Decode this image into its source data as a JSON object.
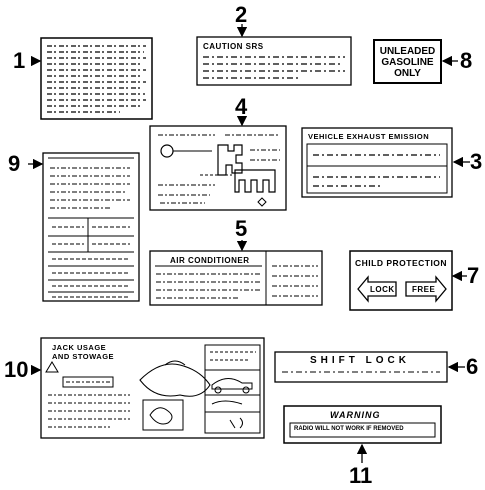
{
  "callouts": {
    "n1": "1",
    "n2": "2",
    "n3": "3",
    "n4": "4",
    "n5": "5",
    "n6": "6",
    "n7": "7",
    "n8": "8",
    "n9": "9",
    "n10": "10",
    "n11": "11"
  },
  "labels": {
    "caution_srs": "CAUTION SRS",
    "unleaded_line1": "UNLEADED",
    "unleaded_line2": "GASOLINE",
    "unleaded_line3": "ONLY",
    "vehicle_exhaust": "VEHICLE EXHAUST EMISSION",
    "air_conditioner": "AIR CONDITIONER",
    "child_protection": "CHILD PROTECTION",
    "lock": "LOCK",
    "free": "FREE",
    "jack_line1": "JACK USAGE",
    "jack_line2": "AND STOWAGE",
    "shift_lock": "SHIFT LOCK",
    "warning": "WARNING",
    "warning_sub": "RADIO WILL NOT WORK IF REMOVED"
  }
}
